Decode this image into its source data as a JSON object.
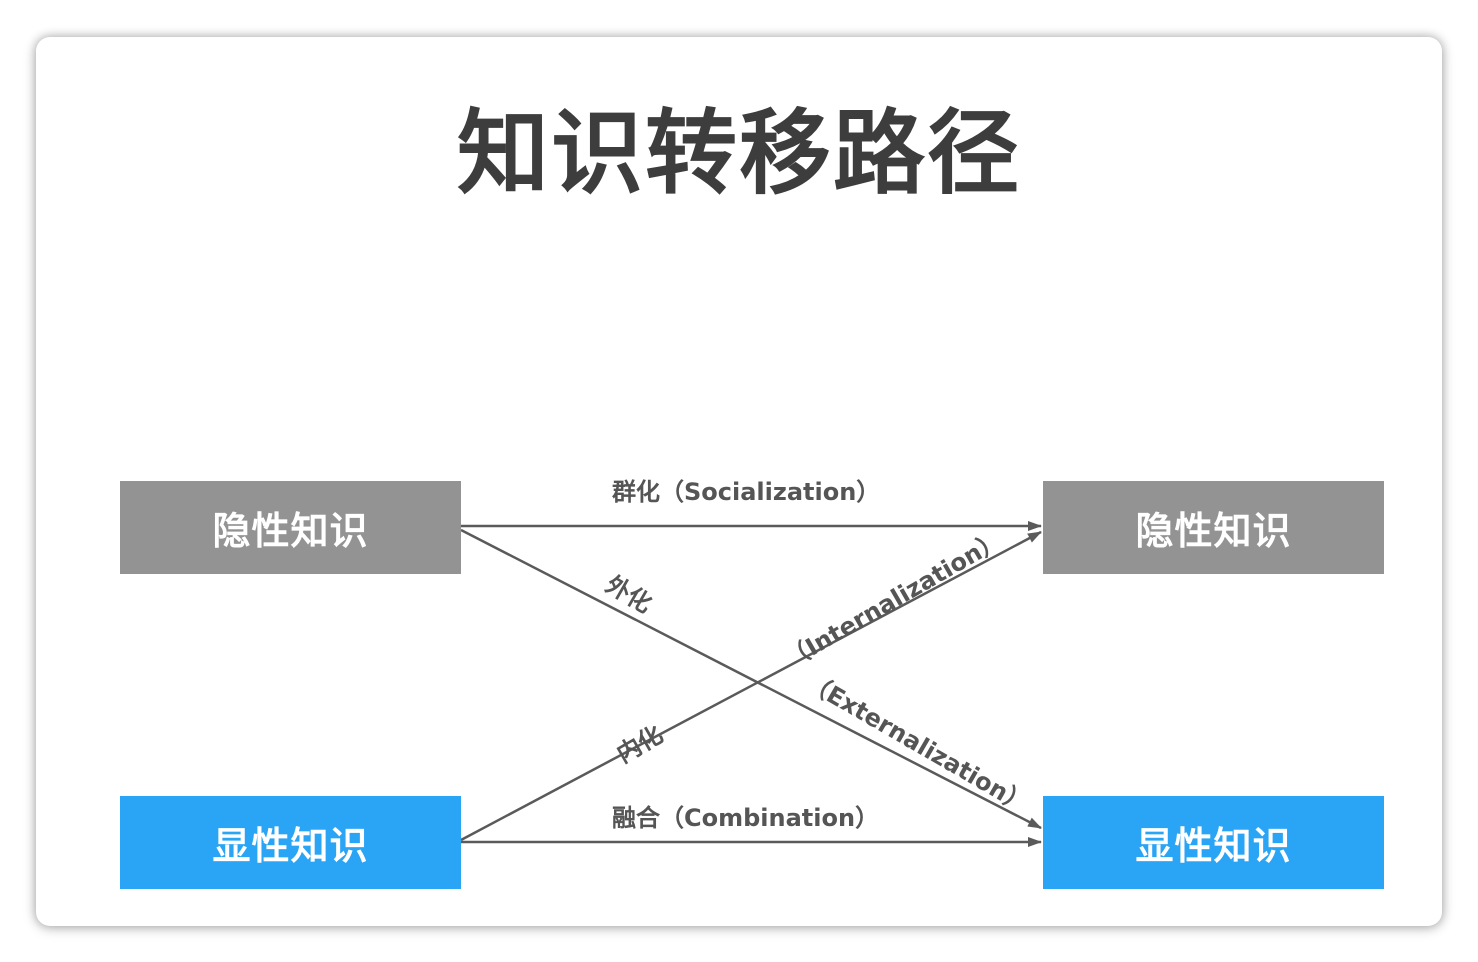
{
  "title": "知识转移路径",
  "boxes": {
    "top_left": "隐性知识",
    "top_right": "隐性知识",
    "bottom_left": "显性知识",
    "bottom_right": "显性知识"
  },
  "edges": {
    "socialization": "群化（Socialization）",
    "externalization_zh": "外化",
    "externalization_en": "（Externalization）",
    "internalization_zh": "内化",
    "internalization_en": "（Internalization）",
    "combination": "融合（Combination）"
  },
  "colors": {
    "tacit_box": "#939393",
    "explicit_box": "#2aa4f4",
    "arrow": "#5a5a5a",
    "title": "#3d3d3d"
  }
}
